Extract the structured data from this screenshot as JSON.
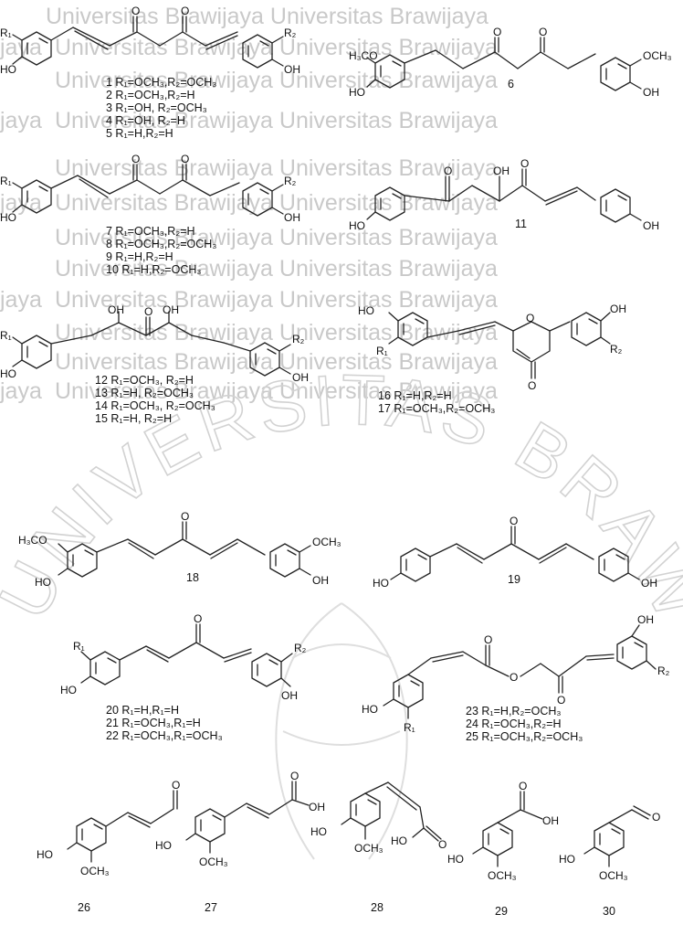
{
  "watermark": {
    "band": "Universitas Brawijaya Universitas Brawijaya",
    "left_stub": "jaya",
    "arc": "UNIVERSITAS BRAWIJAYA",
    "color": "#c9c9c9"
  },
  "groups": {
    "g1": {
      "lines": [
        "1 R₁=OCH₃,R₂=OCH₃",
        "2 R₁=OCH₃,R₂=H",
        "3 R₁=OH, R₂=OCH₃",
        "4 R₁=OH, R₂=H",
        "5 R₁=H,R₂=H"
      ]
    },
    "g6": {
      "lines": [
        "6"
      ]
    },
    "g7": {
      "lines": [
        "7 R₁=OCH₃,R₂=H",
        "8 R₁=OCH₃,R₂=OCH₃",
        "9 R₁=H,R₂=H",
        "10 R₁=H,R₂=OCH₃"
      ]
    },
    "g11": {
      "lines": [
        "11"
      ]
    },
    "g12": {
      "lines": [
        "12 R₁=OCH₃, R₂=H",
        "13 R₁=H, R₂=OCH₃",
        "14 R₁=OCH₃, R₂=OCH₃",
        "15 R₁=H, R₂=H"
      ]
    },
    "g16": {
      "lines": [
        "16 R₁=H,R₂=H",
        "17 R₁=OCH₃,R₂=OCH₃"
      ]
    },
    "g18": {
      "lines": [
        "18"
      ]
    },
    "g19": {
      "lines": [
        "19"
      ]
    },
    "g20": {
      "lines": [
        "20 R₁=H,R₁=H",
        "21 R₁=OCH₃,R₁=H",
        "22 R₁=OCH₃,R₁=OCH₃"
      ]
    },
    "g23": {
      "lines": [
        "23 R₁=H,R₂=OCH₃",
        "24 R₁=OCH₃,R₂=H",
        "25 R₁=OCH₃,R₂=OCH₃"
      ]
    },
    "g26": {
      "lines": [
        "26"
      ]
    },
    "g27": {
      "lines": [
        "27"
      ]
    },
    "g28": {
      "lines": [
        "28"
      ]
    },
    "g29": {
      "lines": [
        "29"
      ]
    },
    "g30": {
      "lines": [
        "30"
      ]
    }
  },
  "atoms": {
    "r1": "R₁",
    "r2": "R₂",
    "ho": "HO",
    "oh": "OH",
    "o": "O",
    "h3co": "H₃CO",
    "och3": "OCH₃"
  }
}
